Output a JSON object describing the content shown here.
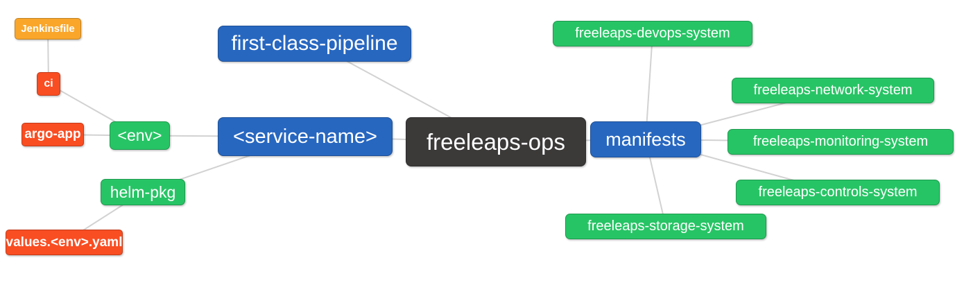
{
  "diagram": {
    "type": "mindmap",
    "root_label": "freeleaps-ops",
    "colors": {
      "root": "#3C3939",
      "branch": "#2767C0",
      "leaf_green": "#27C465",
      "leaf_red": "#F94D22",
      "leaf_orange": "#F9A62B",
      "connector": "#D2D2D2",
      "text": "#FFFFFF",
      "background": "#FFFFFF"
    },
    "nodes": [
      {
        "id": "jenkinsfile",
        "label": "Jenkinsfile",
        "type": "leaf_orange"
      },
      {
        "id": "ci",
        "label": "ci",
        "type": "leaf_red"
      },
      {
        "id": "argo-app",
        "label": "argo-app",
        "type": "leaf_red"
      },
      {
        "id": "env",
        "label": "<env>",
        "type": "leaf_green"
      },
      {
        "id": "helm-pkg",
        "label": "helm-pkg",
        "type": "leaf_green"
      },
      {
        "id": "values-env-yaml",
        "label": "values.<env>.yaml",
        "type": "leaf_red"
      },
      {
        "id": "first-class-pipeline",
        "label": "first-class-pipeline",
        "type": "branch"
      },
      {
        "id": "service-name",
        "label": "<service-name>",
        "type": "branch"
      },
      {
        "id": "freeleaps-ops",
        "label": "freeleaps-ops",
        "type": "root"
      },
      {
        "id": "manifests",
        "label": "manifests",
        "type": "branch"
      },
      {
        "id": "devops",
        "label": "freeleaps-devops-system",
        "type": "leaf_green"
      },
      {
        "id": "network",
        "label": "freeleaps-network-system",
        "type": "leaf_green"
      },
      {
        "id": "monitoring",
        "label": "freeleaps-monitoring-system",
        "type": "leaf_green"
      },
      {
        "id": "controls",
        "label": "freeleaps-controls-system",
        "type": "leaf_green"
      },
      {
        "id": "storage",
        "label": "freeleaps-storage-system",
        "type": "leaf_green"
      }
    ],
    "edges": [
      [
        "jenkinsfile",
        "ci"
      ],
      [
        "ci",
        "env"
      ],
      [
        "argo-app",
        "env"
      ],
      [
        "env",
        "service-name"
      ],
      [
        "helm-pkg",
        "service-name"
      ],
      [
        "values-env-yaml",
        "helm-pkg"
      ],
      [
        "first-class-pipeline",
        "freeleaps-ops"
      ],
      [
        "service-name",
        "freeleaps-ops"
      ],
      [
        "freeleaps-ops",
        "manifests"
      ],
      [
        "manifests",
        "devops"
      ],
      [
        "manifests",
        "network"
      ],
      [
        "manifests",
        "monitoring"
      ],
      [
        "manifests",
        "controls"
      ],
      [
        "manifests",
        "storage"
      ]
    ]
  }
}
